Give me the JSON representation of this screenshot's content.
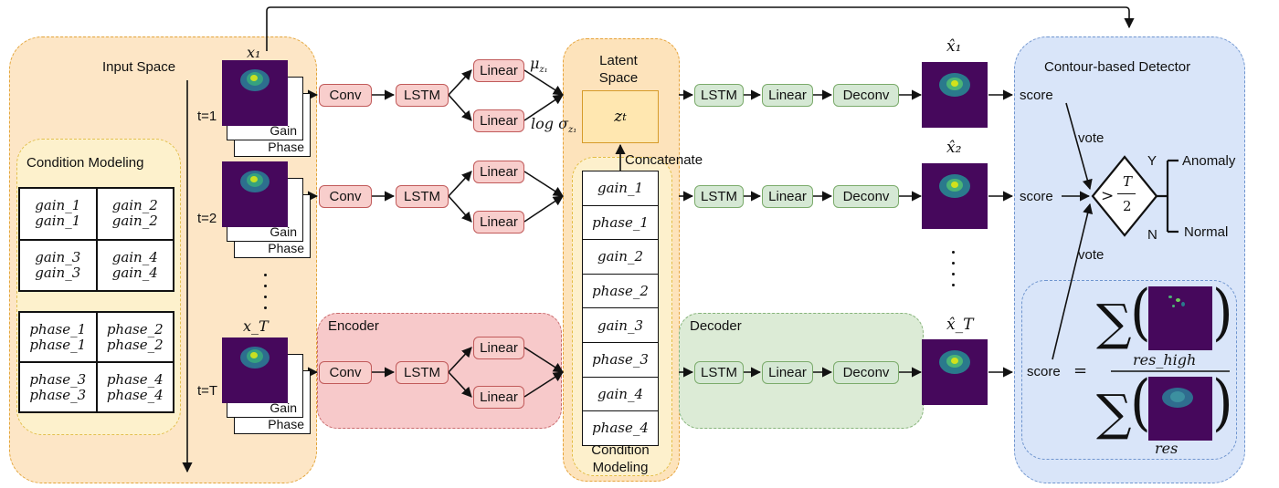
{
  "regions": {
    "input_space": "Input Space",
    "condition_modeling": "Condition Modeling",
    "latent_space": "Latent Space",
    "latent_condition": "Condition Modeling",
    "encoder": "Encoder",
    "decoder": "Decoder",
    "detector": "Contour-based Detector"
  },
  "time_labels": [
    "t=1",
    "t=2",
    "t=T"
  ],
  "input_vars": [
    "x₁",
    "x_T"
  ],
  "card_labels": {
    "gain": "Gain",
    "phase": "Phase"
  },
  "blocks": {
    "conv": "Conv",
    "lstm": "LSTM",
    "linear": "Linear",
    "deconv": "Deconv"
  },
  "latent": {
    "mu": "μ",
    "mu_sub": "z₁",
    "log_sigma": "log σ",
    "sigma_sub": "z₁",
    "z": "z",
    "z_sub": "t",
    "concatenate": "Concatenate"
  },
  "gain_table": [
    [
      "gain_1",
      "gain_1"
    ],
    [
      "gain_2",
      "gain_2"
    ],
    [
      "gain_3",
      "gain_3"
    ],
    [
      "gain_4",
      "gain_4"
    ]
  ],
  "phase_table": [
    [
      "phase_1",
      "phase_1"
    ],
    [
      "phase_2",
      "phase_2"
    ],
    [
      "phase_3",
      "phase_3"
    ],
    [
      "phase_4",
      "phase_4"
    ]
  ],
  "condition_stack": [
    "gain_1",
    "phase_1",
    "gain_2",
    "phase_2",
    "gain_3",
    "phase_3",
    "gain_4",
    "phase_4"
  ],
  "outputs": [
    "x̂₁",
    "x̂₂",
    "x̂_T"
  ],
  "detector": {
    "score": "score",
    "vote": "vote",
    "decision_gt": ">",
    "decision_num": "T",
    "decision_den": "2",
    "yes": "Y",
    "no": "N",
    "anomaly": "Anomaly",
    "normal": "Normal",
    "equals": "=",
    "numerator": "res_high",
    "denominator": "res",
    "sum": "∑"
  },
  "colors": {
    "input_fill": "#fde6c6",
    "latent_fill": "#fde3bb",
    "encoder_fill": "#f7c9ca",
    "decoder_fill": "#dcebd6",
    "detector_fill": "#d9e5f9",
    "red_block": "#f8cecc",
    "green_block": "#d5e8d4",
    "heatmap_bg": "#46085c"
  }
}
